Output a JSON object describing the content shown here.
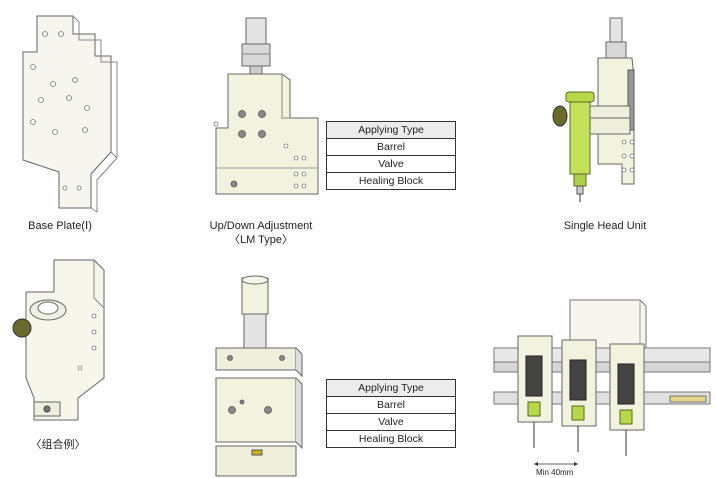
{
  "captions": {
    "base_plate": "Base Plate(Ⅰ)",
    "updown_line1": "Up/Down Adjustment",
    "updown_line2": "〈LM Type〉",
    "single_head": "Single Head Unit",
    "assembly_example": "〈组合例〉"
  },
  "tables": [
    {
      "header": "Applying Type",
      "rows": [
        "Barrel",
        "Valve",
        "Healing Block"
      ]
    },
    {
      "header": "Applying Type",
      "rows": [
        "Barrel",
        "Valve",
        "Healing Block"
      ]
    }
  ],
  "annotation": {
    "min_pitch": "Min 40mm"
  },
  "colors": {
    "part_fill": "#f4f4e6",
    "outline": "#555555",
    "barrel_green": "#c3e25a",
    "knob_dark": "#55512a"
  }
}
